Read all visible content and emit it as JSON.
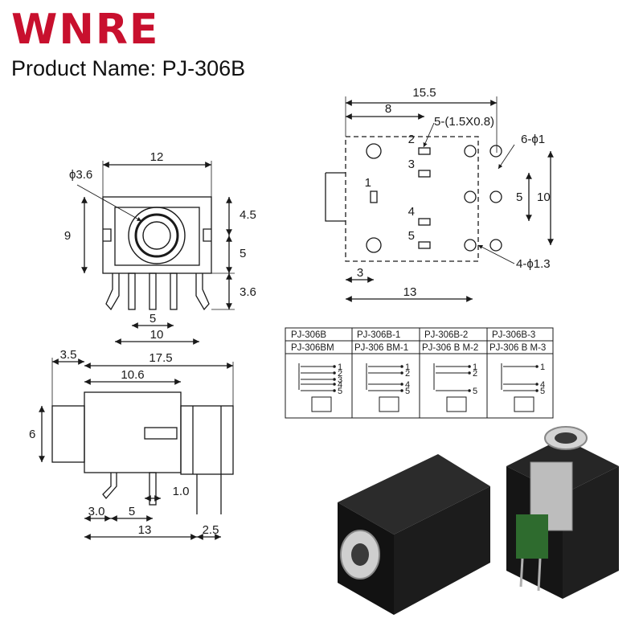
{
  "brand": {
    "logo_text": "WNRE",
    "logo_color": "#c8102e"
  },
  "product": {
    "label": "Product Name: PJ-306B"
  },
  "front_view": {
    "dims": {
      "width": "12",
      "hole": "ϕ3.6",
      "height": "9",
      "d1": "4.5",
      "d2": "5",
      "d3": "3.6",
      "pin_pitch": "5",
      "body_width": "10"
    }
  },
  "side_view": {
    "dims": {
      "front": "3.5",
      "total": "17.5",
      "body": "10.6",
      "height": "6",
      "pin_w": "1.0",
      "a": "3.0",
      "b": "5",
      "c": "13",
      "d": "2.5"
    }
  },
  "pcb_layout": {
    "dims": {
      "total": "15.5",
      "offset": "8",
      "slot": "5-(1.5X0.8)",
      "holes": "6-ϕ1",
      "pitch": "5",
      "height": "10",
      "mount": "4-ϕ1.3",
      "edge": "3",
      "depth": "13"
    },
    "pin_numbers": [
      "2",
      "3",
      "1",
      "4",
      "5"
    ]
  },
  "variants_table": {
    "headers_top": [
      "PJ-306B",
      "PJ-306B-1",
      "PJ-306B-2",
      "PJ-306B-3"
    ],
    "headers_bottom": [
      "PJ-306BM",
      "PJ-306 BM-1",
      "PJ-306 B M-2",
      "PJ-306 B M-3"
    ],
    "schematics": [
      {
        "pins": [
          "1",
          "2",
          "3",
          "4",
          "5"
        ]
      },
      {
        "pins": [
          "1",
          "2",
          "4",
          "5"
        ]
      },
      {
        "pins": [
          "1",
          "2",
          "5"
        ]
      },
      {
        "pins": [
          "1",
          "4",
          "5"
        ]
      }
    ]
  },
  "colors": {
    "line": "#1a1a1a",
    "housing": "#1c1c1c",
    "pcb": "#2e6b2e",
    "metal": "#bdbdbd"
  }
}
